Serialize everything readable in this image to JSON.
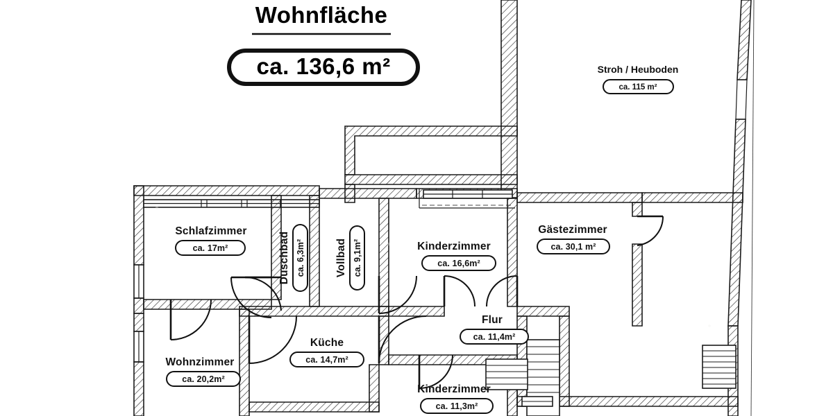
{
  "document": {
    "kind": "floor-plan",
    "language": "de"
  },
  "header": {
    "title": "Wohnfläche",
    "total_area_label": "ca. 136,6 m²"
  },
  "rooms": [
    {
      "id": "stroh-heuboden",
      "name": "Stroh / Heuboden",
      "area": "ca. 115 m²",
      "orientation": "horizontal"
    },
    {
      "id": "schlafzimmer",
      "name": "Schlafzimmer",
      "area": "ca. 17m²",
      "orientation": "horizontal"
    },
    {
      "id": "duschbad",
      "name": "Duschbad",
      "area": "ca. 6,3m²",
      "orientation": "vertical"
    },
    {
      "id": "vollbad",
      "name": "Vollbad",
      "area": "ca. 9,1m²",
      "orientation": "vertical"
    },
    {
      "id": "kinderzimmer-oben",
      "name": "Kinderzimmer",
      "area": "ca. 16,6m²",
      "orientation": "horizontal"
    },
    {
      "id": "gaestezimmer",
      "name": "Gästezimmer",
      "area": "ca. 30,1 m²",
      "orientation": "horizontal"
    },
    {
      "id": "flur",
      "name": "Flur",
      "area": "ca. 11,4m²",
      "orientation": "horizontal"
    },
    {
      "id": "wohnzimmer",
      "name": "Wohnzimmer",
      "area": "ca. 20,2m²",
      "orientation": "horizontal"
    },
    {
      "id": "kueche",
      "name": "Küche",
      "area": "ca. 14,7m²",
      "orientation": "horizontal"
    },
    {
      "id": "kinderzimmer-unten",
      "name": "Kinderzimmer",
      "area": "ca. 11,3m²",
      "orientation": "horizontal"
    }
  ],
  "colors": {
    "ink": "#111111",
    "paper": "#ffffff",
    "hatch": "#2a2a2a"
  }
}
